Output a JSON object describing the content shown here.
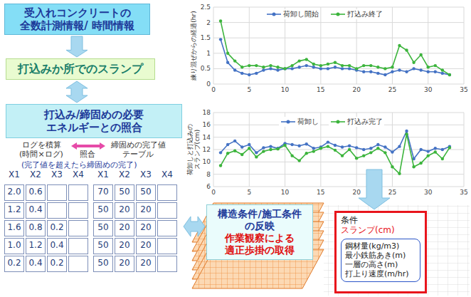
{
  "diagram": {
    "nodes": [
      {
        "text": [
          "受入れコンクリートの 全数計測情報/ 時間情報"
        ]
      },
      {
        "text": [
          "打込みか所でのスランプ"
        ]
      },
      {
        "text": [
          "打込み/締固めの必要 エネルギーとの照合"
        ]
      },
      {
        "text": [
          "構造条件/施工条件 の反映",
          "作業観察による 適正歩掛の取得"
        ]
      },
      {
        "text": [
          "条件",
          "スランプ(cm)"
        ]
      },
      {
        "text": [
          "鋼材量(kg/m3)",
          "最小鉄筋あき(m)",
          "一層の高さ(m)",
          "打上り速度(m/hr)"
        ],
        "in": 4
      }
    ],
    "edges": [
      {
        "from": 0,
        "to": 1,
        "arrow": "to"
      },
      {
        "from": 1,
        "to": 2,
        "arrow": "both"
      }
    ],
    "labels": [
      "ログを積算 (時間×ログ)",
      "照合",
      "締固めの完了値 テーブル",
      "(完了値を超えたら締固めの完了)",
      "X1",
      "X2",
      "X3",
      "X4",
      "X1",
      "X2",
      "X3",
      "X4",
      "2.0",
      "0.6",
      "1.2",
      "0.4",
      "1.6",
      "0.8",
      "0.2",
      "1.0",
      "1.2",
      "0.4",
      "0.2",
      "0.4",
      "0.2",
      "70",
      "50",
      "50",
      "50",
      "20",
      "20",
      "50",
      "20",
      "20",
      "50",
      "20",
      "20",
      "50",
      "20",
      "20",
      "練り混ぜからの経過(hr)",
      "0",
      "0.5",
      "1",
      "1.5",
      "2",
      "2.5",
      "0",
      "5",
      "10",
      "15",
      "20",
      "25",
      "30",
      "35",
      "荷卸しと打込みの スランプ(cm)",
      "6",
      "8",
      "10",
      "12",
      "14",
      "16",
      "18",
      "0",
      "5",
      "10",
      "15",
      "20",
      "25",
      "30",
      "35"
    ],
    "legend": [
      {
        "text": "荷卸し開始"
      },
      {
        "text": "打込み終了"
      },
      {
        "text": "荷卸し"
      },
      {
        "text": "打込み完了"
      }
    ]
  }
}
